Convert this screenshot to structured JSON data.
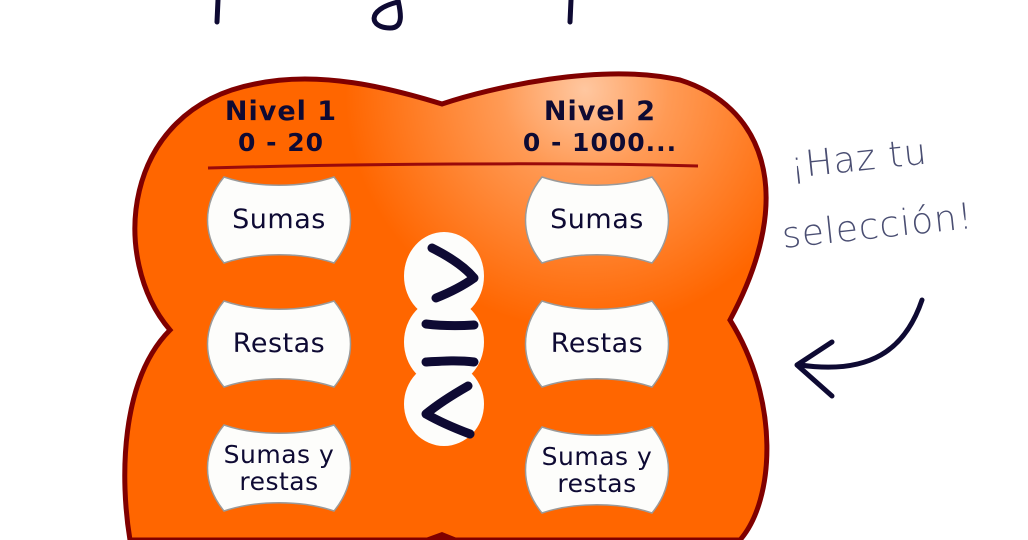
{
  "colors": {
    "shape_fill": "#ff6600",
    "shape_border": "#800000",
    "text_dark": "#0e0a33",
    "hint_text": "#4a4e72",
    "button_fill": "#fdfdfb",
    "button_border": "#9a9a9a"
  },
  "levels": [
    {
      "title": "Nivel 1",
      "range": "0 - 20",
      "options": [
        {
          "label": "Sumas"
        },
        {
          "label": "Restas"
        },
        {
          "label_line1": "Sumas y",
          "label_line2": "restas"
        }
      ]
    },
    {
      "title": "Nivel 2",
      "range": "0 - 1000...",
      "options": [
        {
          "label": "Sumas"
        },
        {
          "label": "Restas"
        },
        {
          "label_line1": "Sumas y",
          "label_line2": "restas"
        }
      ]
    }
  ],
  "comparison": {
    "symbols": [
      ">",
      "=",
      "<"
    ],
    "icons": [
      "greater-than-icon",
      "equals-icon",
      "less-than-icon"
    ]
  },
  "hint": {
    "line1": "¡Haz tu",
    "line2": "selección!",
    "icon": "curved-arrow-left-icon"
  }
}
